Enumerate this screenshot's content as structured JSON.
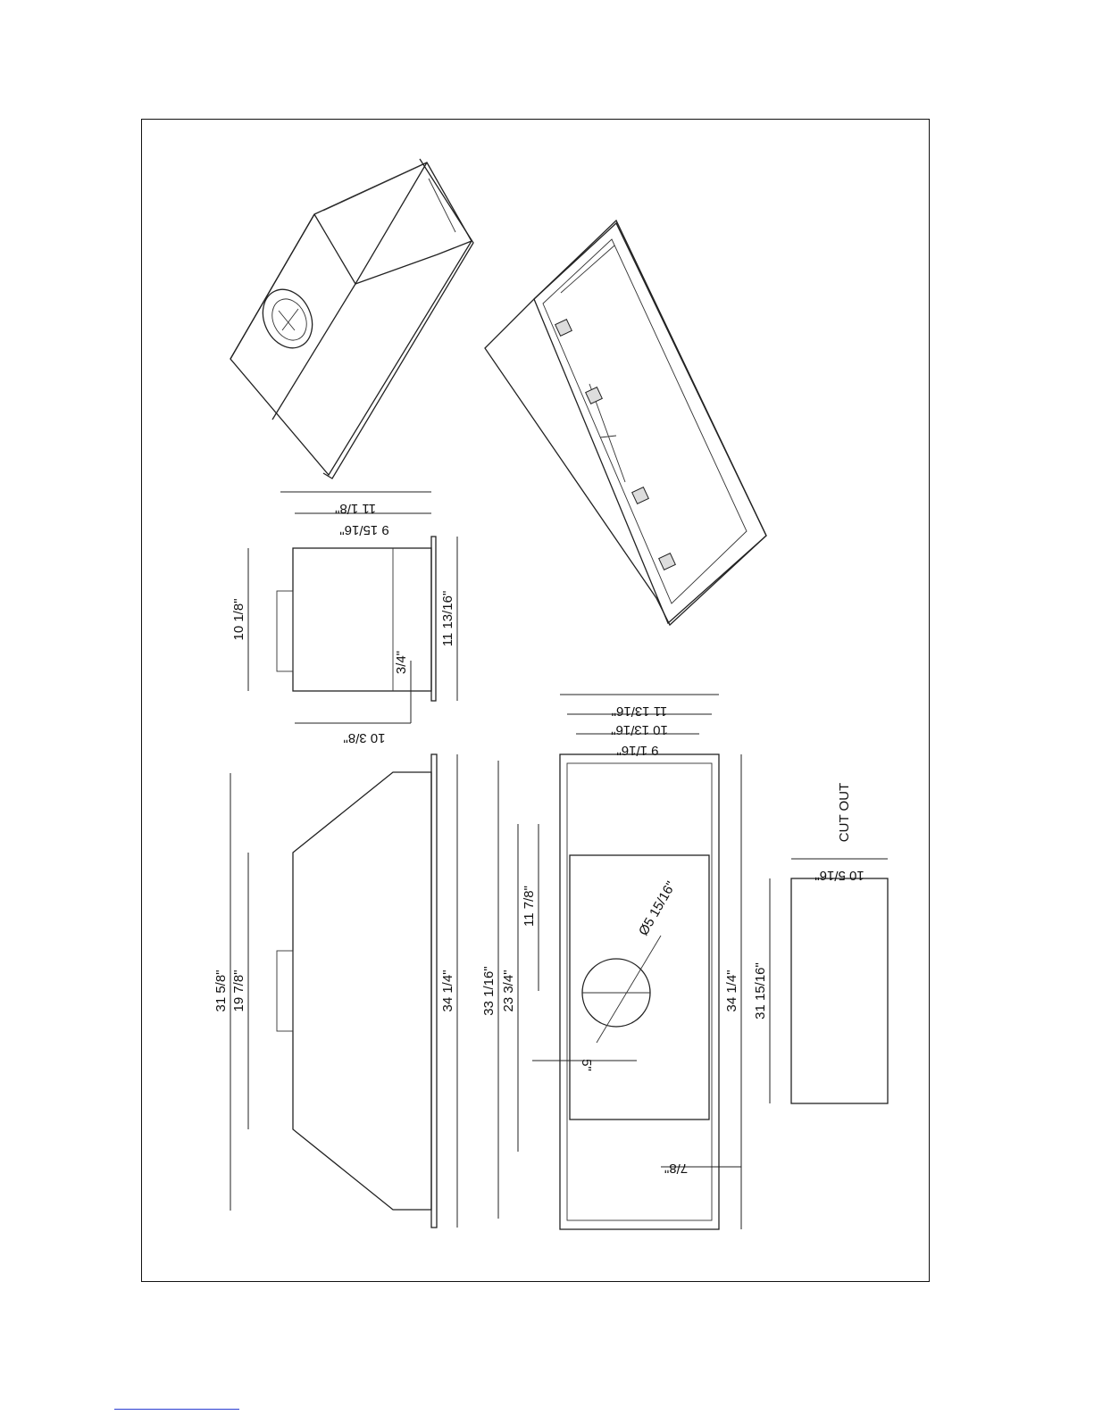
{
  "side_view_top": {
    "dim_overall_depth": "11 1/8\"",
    "dim_body_depth": "9 15/16\"",
    "dim_height_left": "10 1/8\"",
    "dim_height_right": "11 13/16\"",
    "dim_flange": "3/4\"",
    "dim_bottom_depth": "10 3/8\""
  },
  "side_view_long": {
    "dim_outer_length": "31 5/8\"",
    "dim_inner_length": "19 7/8\"",
    "dim_flange_length": "34 1/4\""
  },
  "bottom_view": {
    "dim_width_outer": "11 13/16\"",
    "dim_width_mid": "10 13/16\"",
    "dim_width_inner": "9 1/16\"",
    "dim_length_left": "33 1/16\"",
    "dim_length_inner": "23 3/4\"",
    "dim_offset": "11 7/8\"",
    "dim_duct_diameter": "Ø5 15/16\"",
    "dim_duct_offset": "5\"",
    "dim_length_right": "34 1/4\"",
    "dim_margin": "7/8\""
  },
  "cut_out": {
    "label": "CUT OUT",
    "dim_width": "10 5/16\"",
    "dim_length": "31 15/16\""
  },
  "colors": {
    "line": "#222222",
    "footer_link": "#2b3fd0"
  }
}
